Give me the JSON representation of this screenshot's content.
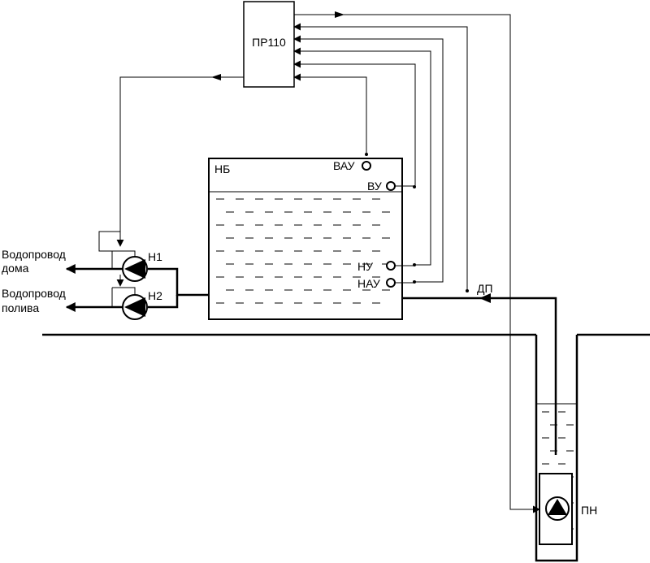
{
  "diagram": {
    "controller": {
      "label": "ПР110"
    },
    "tank": {
      "label": "НБ"
    },
    "sensors": {
      "emergency_upper": "ВАУ",
      "upper": "ВУ",
      "lower": "НУ",
      "emergency_lower": "НАУ",
      "pressure": "ДП"
    },
    "pumps": {
      "house_pump": "Н1",
      "irrigation_pump": "Н2",
      "well_pump": "ПН"
    },
    "outlets": {
      "house_line_1": "Водопровод",
      "house_line_2": "дома",
      "irrigation_line_1": "Водопровод",
      "irrigation_line_2": "полива"
    },
    "colors": {
      "line": "#000000",
      "background": "#ffffff"
    }
  }
}
